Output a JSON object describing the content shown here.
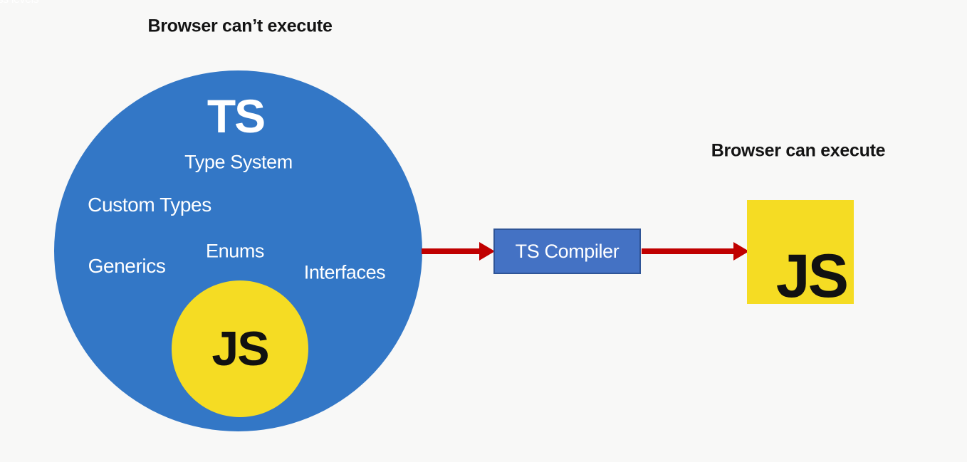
{
  "captions": {
    "cant_execute": "Browser can’t execute",
    "can_execute": "Browser can execute"
  },
  "ts_circle": {
    "title": "TS",
    "features": [
      "Type System",
      "Custom Types",
      "Strictness levels",
      "Enums",
      "Generics",
      "Interfaces"
    ],
    "inner_js_label": "JS"
  },
  "compiler": {
    "label": "TS Compiler"
  },
  "js_output": {
    "label": "JS"
  },
  "colors": {
    "background": "#F8F8F7",
    "circle_blue": "#3377C6",
    "compiler_fill": "#4472C4",
    "compiler_border": "#2F5597",
    "js_yellow": "#F5DC23",
    "arrow_red": "#C00000",
    "caption_text": "#141414"
  }
}
